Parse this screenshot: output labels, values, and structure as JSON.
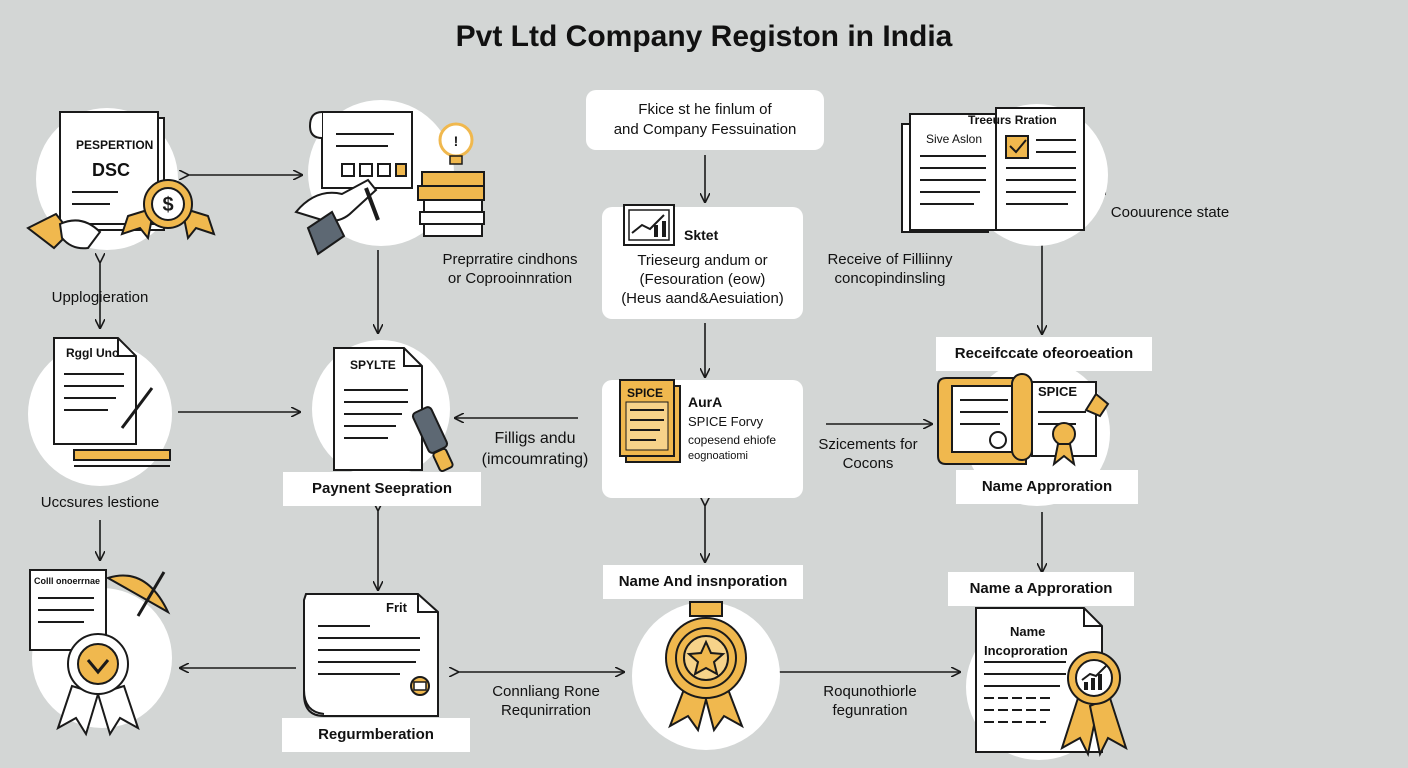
{
  "title": "Pvt Ltd Company Registon in India",
  "labels": {
    "upp": "Upplogieration",
    "ucc": "Uccsures lestione",
    "prep1": "Preprratire cindhons",
    "prep2": "or Coprooinnration",
    "fil1": "Filligs andu",
    "fil2": "(imcoumrating)",
    "rec1": "Receive of Filliinny",
    "rec2": "concopindinsling",
    "conc": "Coouurence state",
    "szi1": "Szicements for",
    "szi2": "Cocons",
    "conn1": "Connliang Rone",
    "conn2": "Requnirration",
    "req1": "Roqunothiorle",
    "req2": "fegunration"
  },
  "boxes": {
    "top1": "Fkice st he finlum of",
    "top2": "and Company Fessuination",
    "mid1": "Sktet",
    "mid2": "Trieseurg andum or",
    "mid3": "(Fesouration (eow)",
    "mid4": "(Heus aand&Aesuiation)",
    "spice_t": "AurA",
    "spice_l1": "SPICE Forvy",
    "spice_l2": "copesend ehiofe",
    "spice_l3": "eognoatiomi"
  },
  "tags": {
    "payment": "Paynent Seepration",
    "regm": "Regurmberation",
    "name_inc": "Name And insnporation",
    "receif": "Receifccate ofeoroeation",
    "name_app": "Name Approration",
    "name_a_app": "Name a Approration"
  },
  "doc_text": {
    "pesp": "PESPERTION",
    "dsc": "DSC",
    "rggl": "Rggl Unc",
    "spylte": "SPYLTE",
    "coll": "Colll onoerrnae",
    "frit": "Frit",
    "spice_doc": "SPICE",
    "trev": "Treeurs Rration",
    "sive": "Sive Aslon",
    "spice2": "SPICE",
    "name_doc": "Name",
    "inc_doc": "Incoproration"
  },
  "icons": [
    "document-icon",
    "medal-icon",
    "dollar-icon",
    "hand-icon",
    "lightbulb-icon",
    "books-icon",
    "pen-icon",
    "stamp-icon",
    "award-icon",
    "umbrella-icon",
    "star-medal-icon",
    "chart-icon",
    "certificate-icon",
    "scroll-icon"
  ],
  "colors": {
    "background": "#d3d6d5",
    "accent": "#f0b84e",
    "ink": "#1a1a1a",
    "panel": "#ffffff"
  }
}
